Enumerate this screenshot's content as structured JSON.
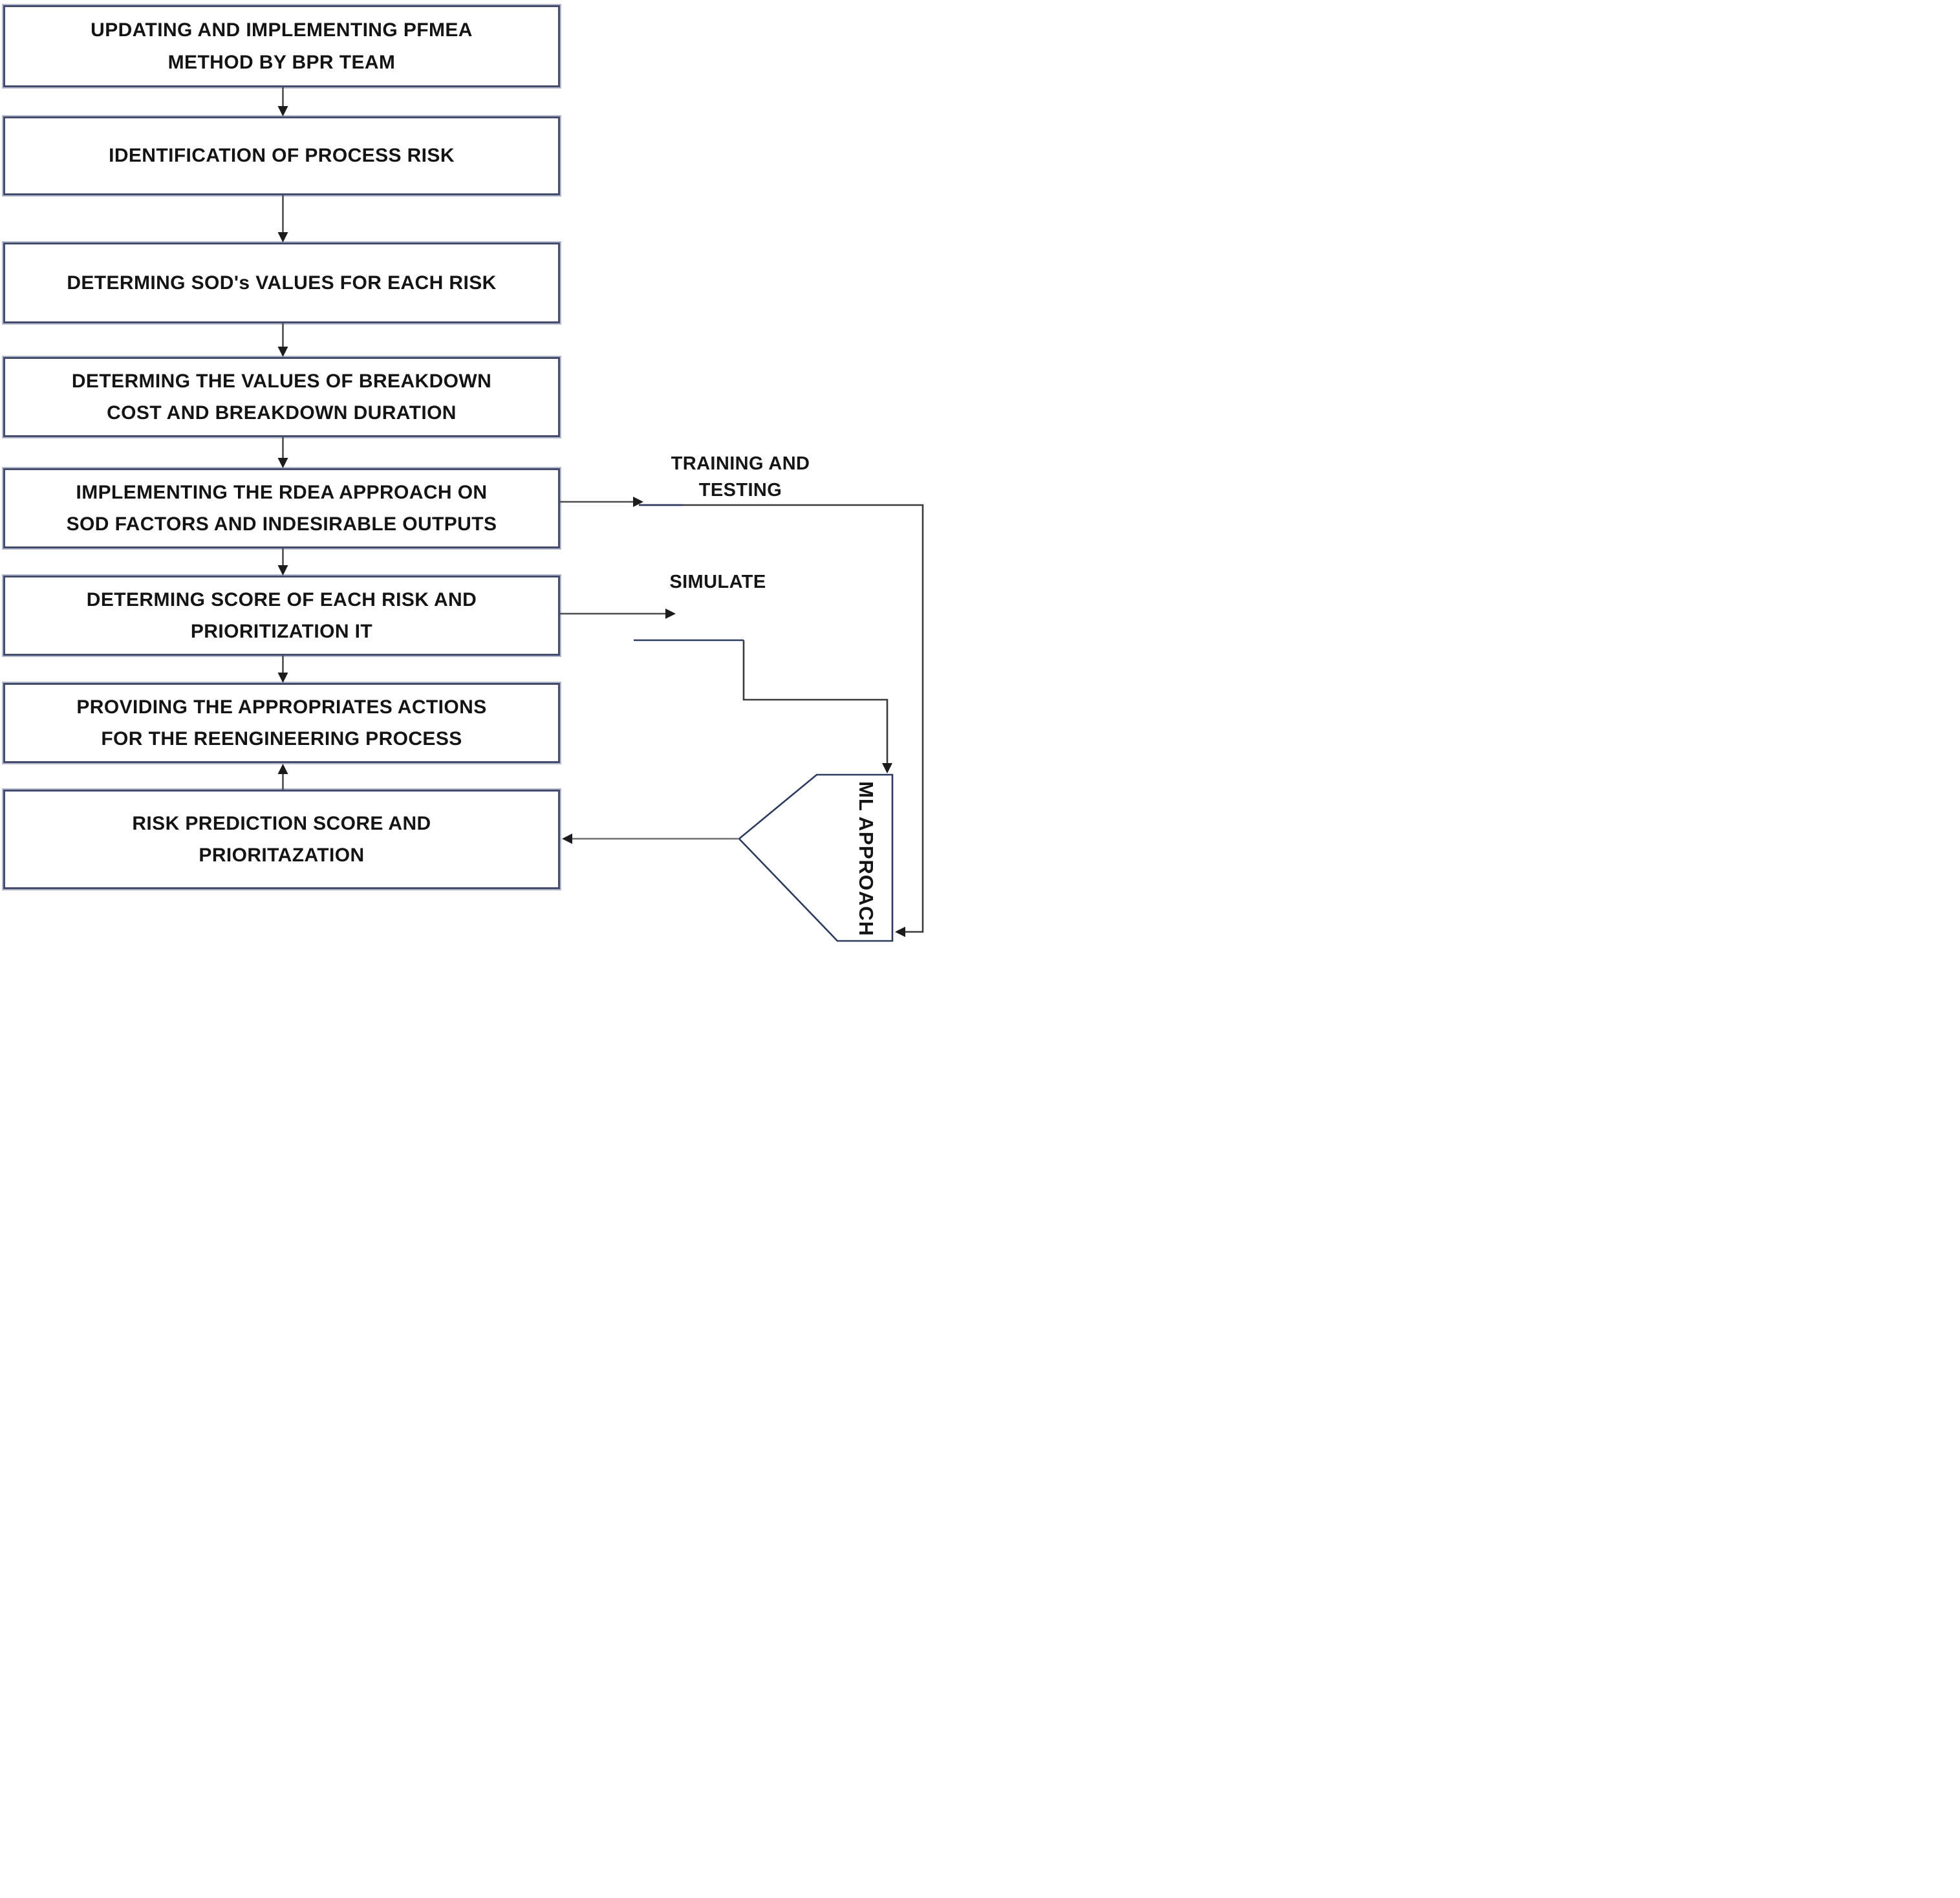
{
  "diagram": {
    "type": "flowchart",
    "background": "#ffffff",
    "colors": {
      "box_border": "#434c6d",
      "box_halo": "#b6bace",
      "pentagon_border": "#2c3a5e",
      "connector_line": "#4d4d4d",
      "connector_line_gray": "#6e6e6e",
      "connector_navy": "#2d3a5e",
      "arrowhead": "#1c1c1c",
      "text": "#141414"
    },
    "boxes": [
      {
        "id": "box-1",
        "label": [
          "UPDATING AND IMPLEMENTING PFMEA",
          "METHOD BY BPR TEAM"
        ]
      },
      {
        "id": "box-2",
        "label": [
          "IDENTIFICATION OF PROCESS RISK"
        ]
      },
      {
        "id": "box-3",
        "label": [
          "DETERMING SOD's VALUES FOR EACH RISK"
        ]
      },
      {
        "id": "box-4",
        "label": [
          "DETERMING THE VALUES OF  BREAKDOWN",
          "COST AND BREAKDOWN DURATION"
        ]
      },
      {
        "id": "box-5",
        "label": [
          "IMPLEMENTING THE RDEA APPROACH ON",
          "SOD FACTORS AND INDESIRABLE OUTPUTS"
        ]
      },
      {
        "id": "box-6",
        "label": [
          "DETERMING SCORE OF EACH RISK AND",
          "PRIORITIZATION IT"
        ]
      },
      {
        "id": "box-7",
        "label": [
          "PROVIDING THE APPROPRIATES ACTIONS",
          "FOR THE REENGINEERING PROCESS"
        ]
      },
      {
        "id": "box-8",
        "label": [
          "RISK PREDICTION SCORE AND",
          "PRIORITAZATION"
        ]
      }
    ],
    "side_labels": {
      "training_testing": [
        "TRAINING AND",
        "TESTING"
      ],
      "simulate": [
        "SIMULATE"
      ]
    },
    "pentagon": {
      "label": "ML APPROACH"
    }
  }
}
